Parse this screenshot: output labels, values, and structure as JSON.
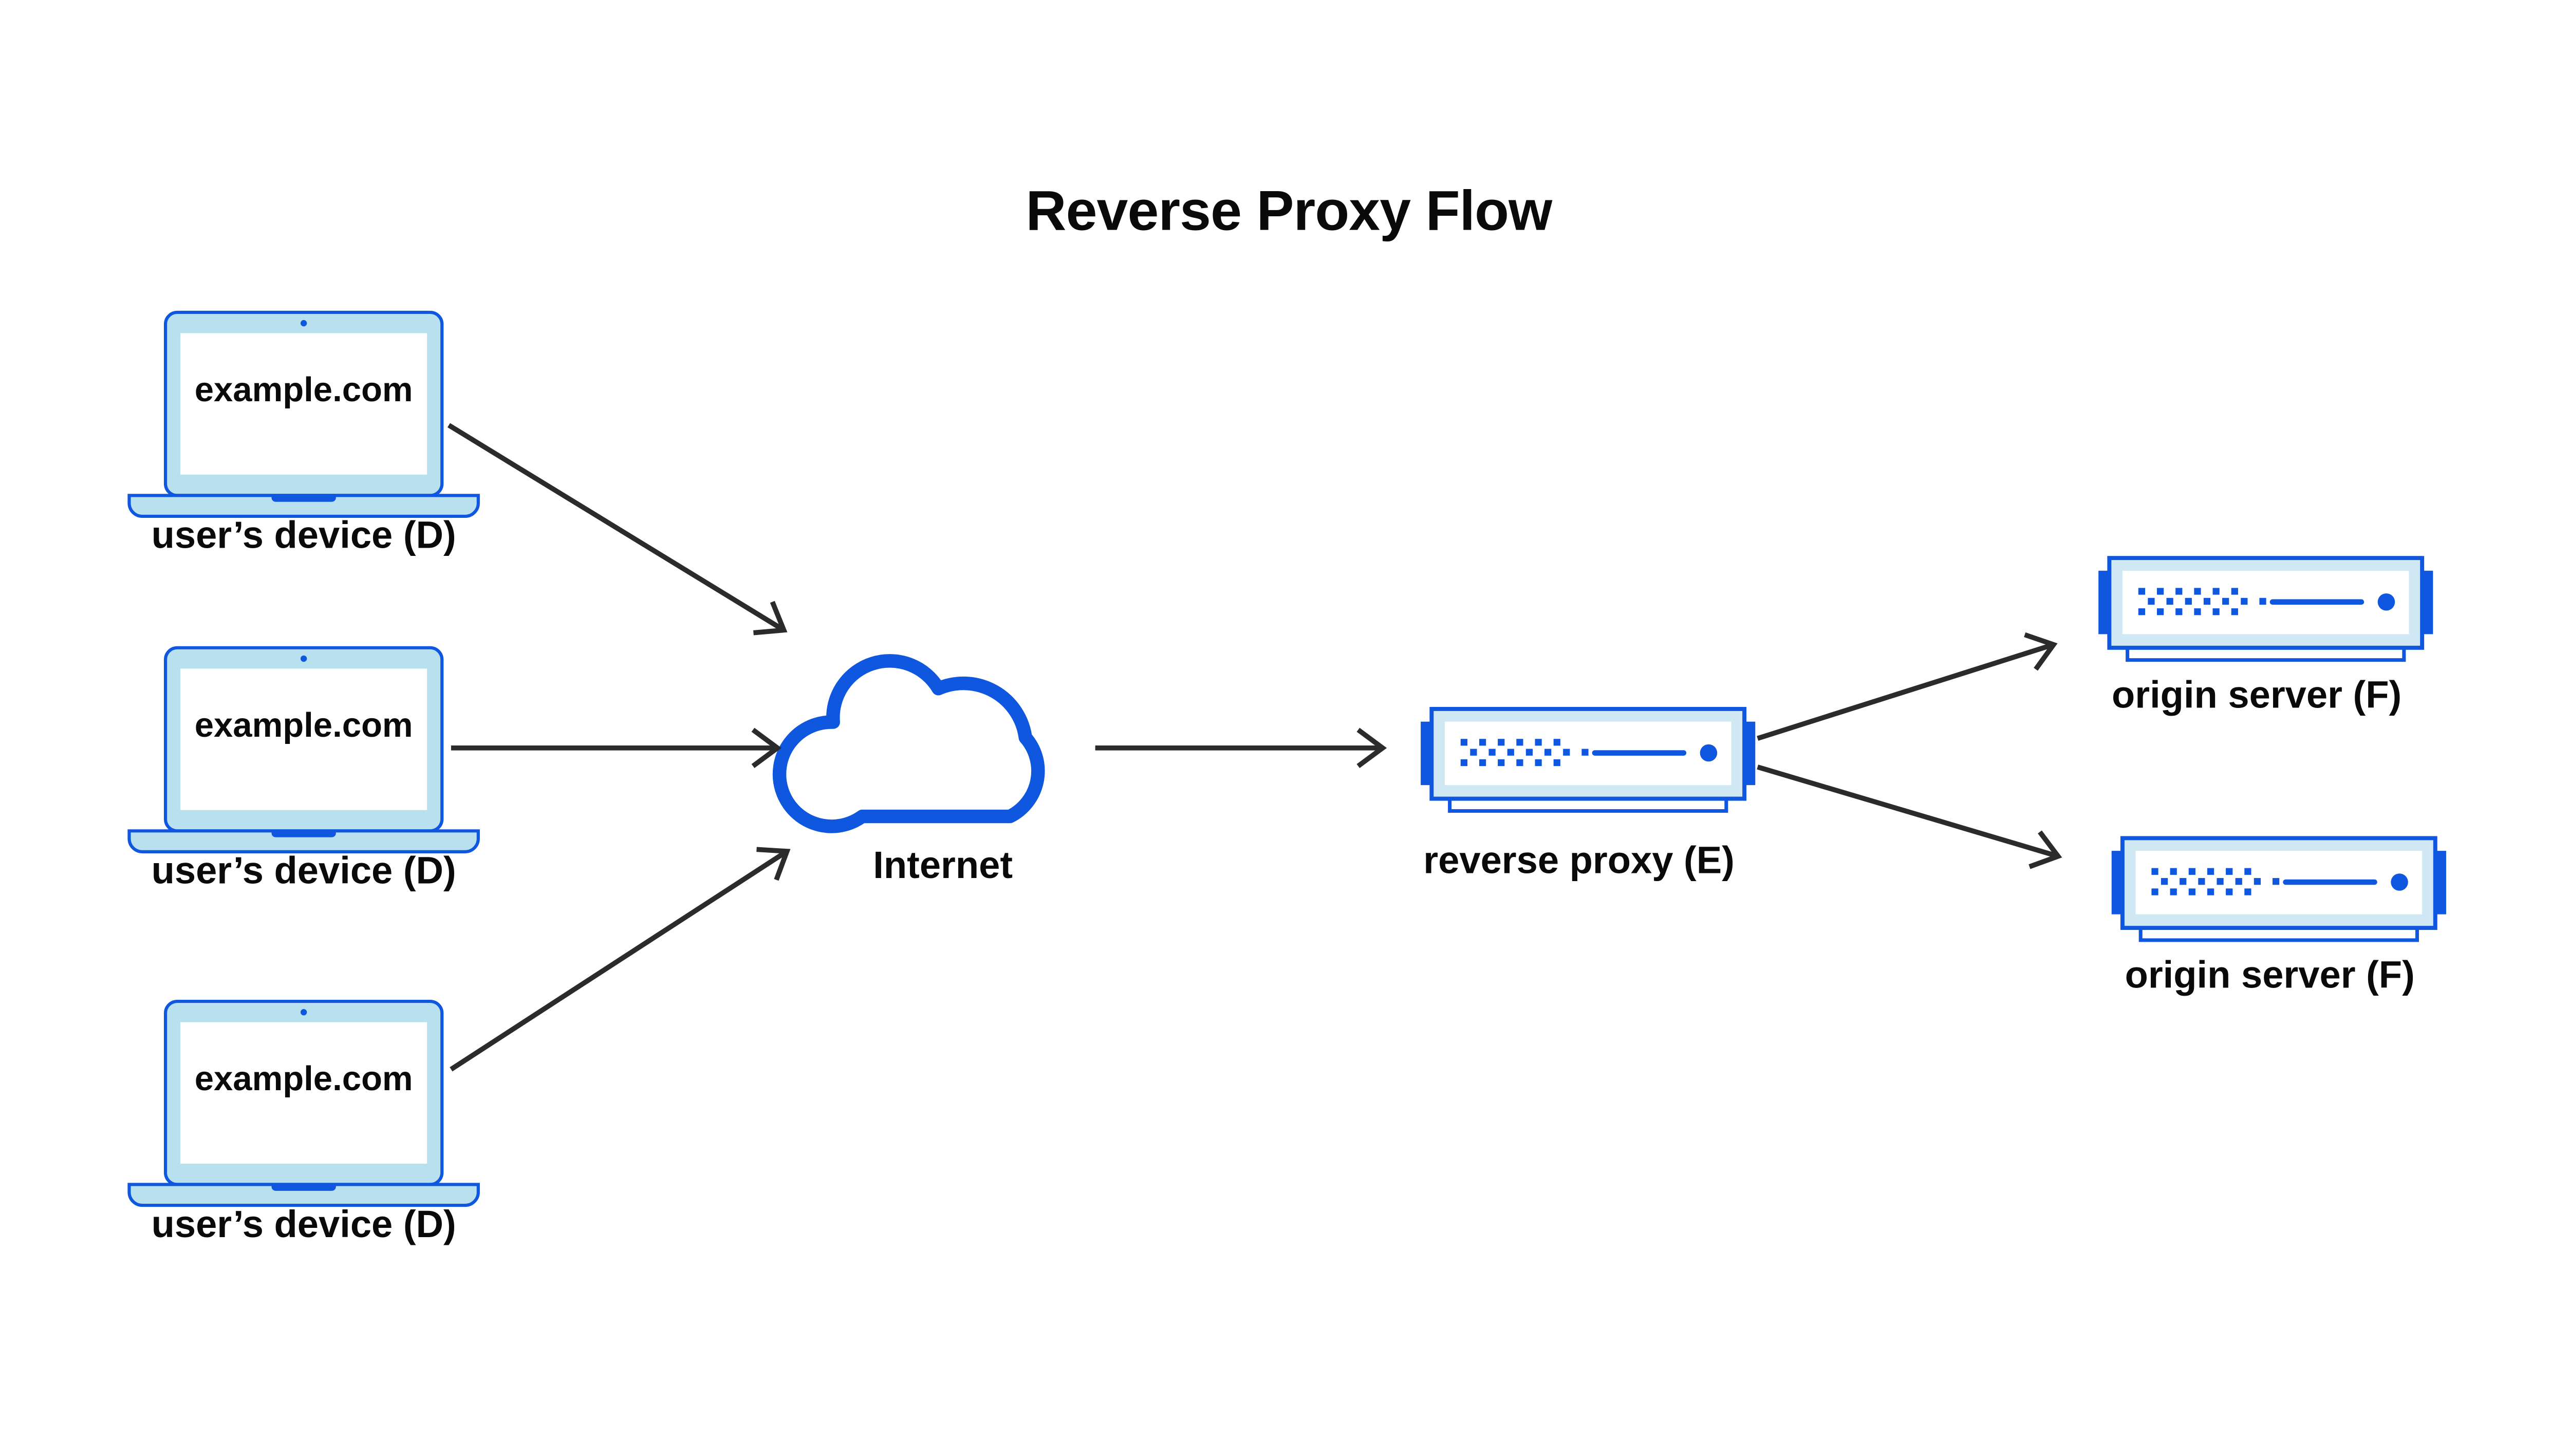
{
  "title": "Reverse Proxy Flow",
  "colors": {
    "blue": "#0f57de",
    "light_blue_laptop": "#b9e0ee",
    "light_blue_server": "#cfe8f3",
    "arrow": "#2b2b2b",
    "text": "#0a0a0a",
    "background": "#ffffff"
  },
  "devices": [
    {
      "screen_text": "example.com",
      "caption": "user’s device (D)"
    },
    {
      "screen_text": "example.com",
      "caption": "user’s device (D)"
    },
    {
      "screen_text": "example.com",
      "caption": "user’s device (D)"
    }
  ],
  "internet": {
    "label": "Internet"
  },
  "reverse_proxy": {
    "label": "reverse proxy (E)"
  },
  "origin_servers": [
    {
      "label": "origin server (F)"
    },
    {
      "label": "origin server (F)"
    }
  ]
}
